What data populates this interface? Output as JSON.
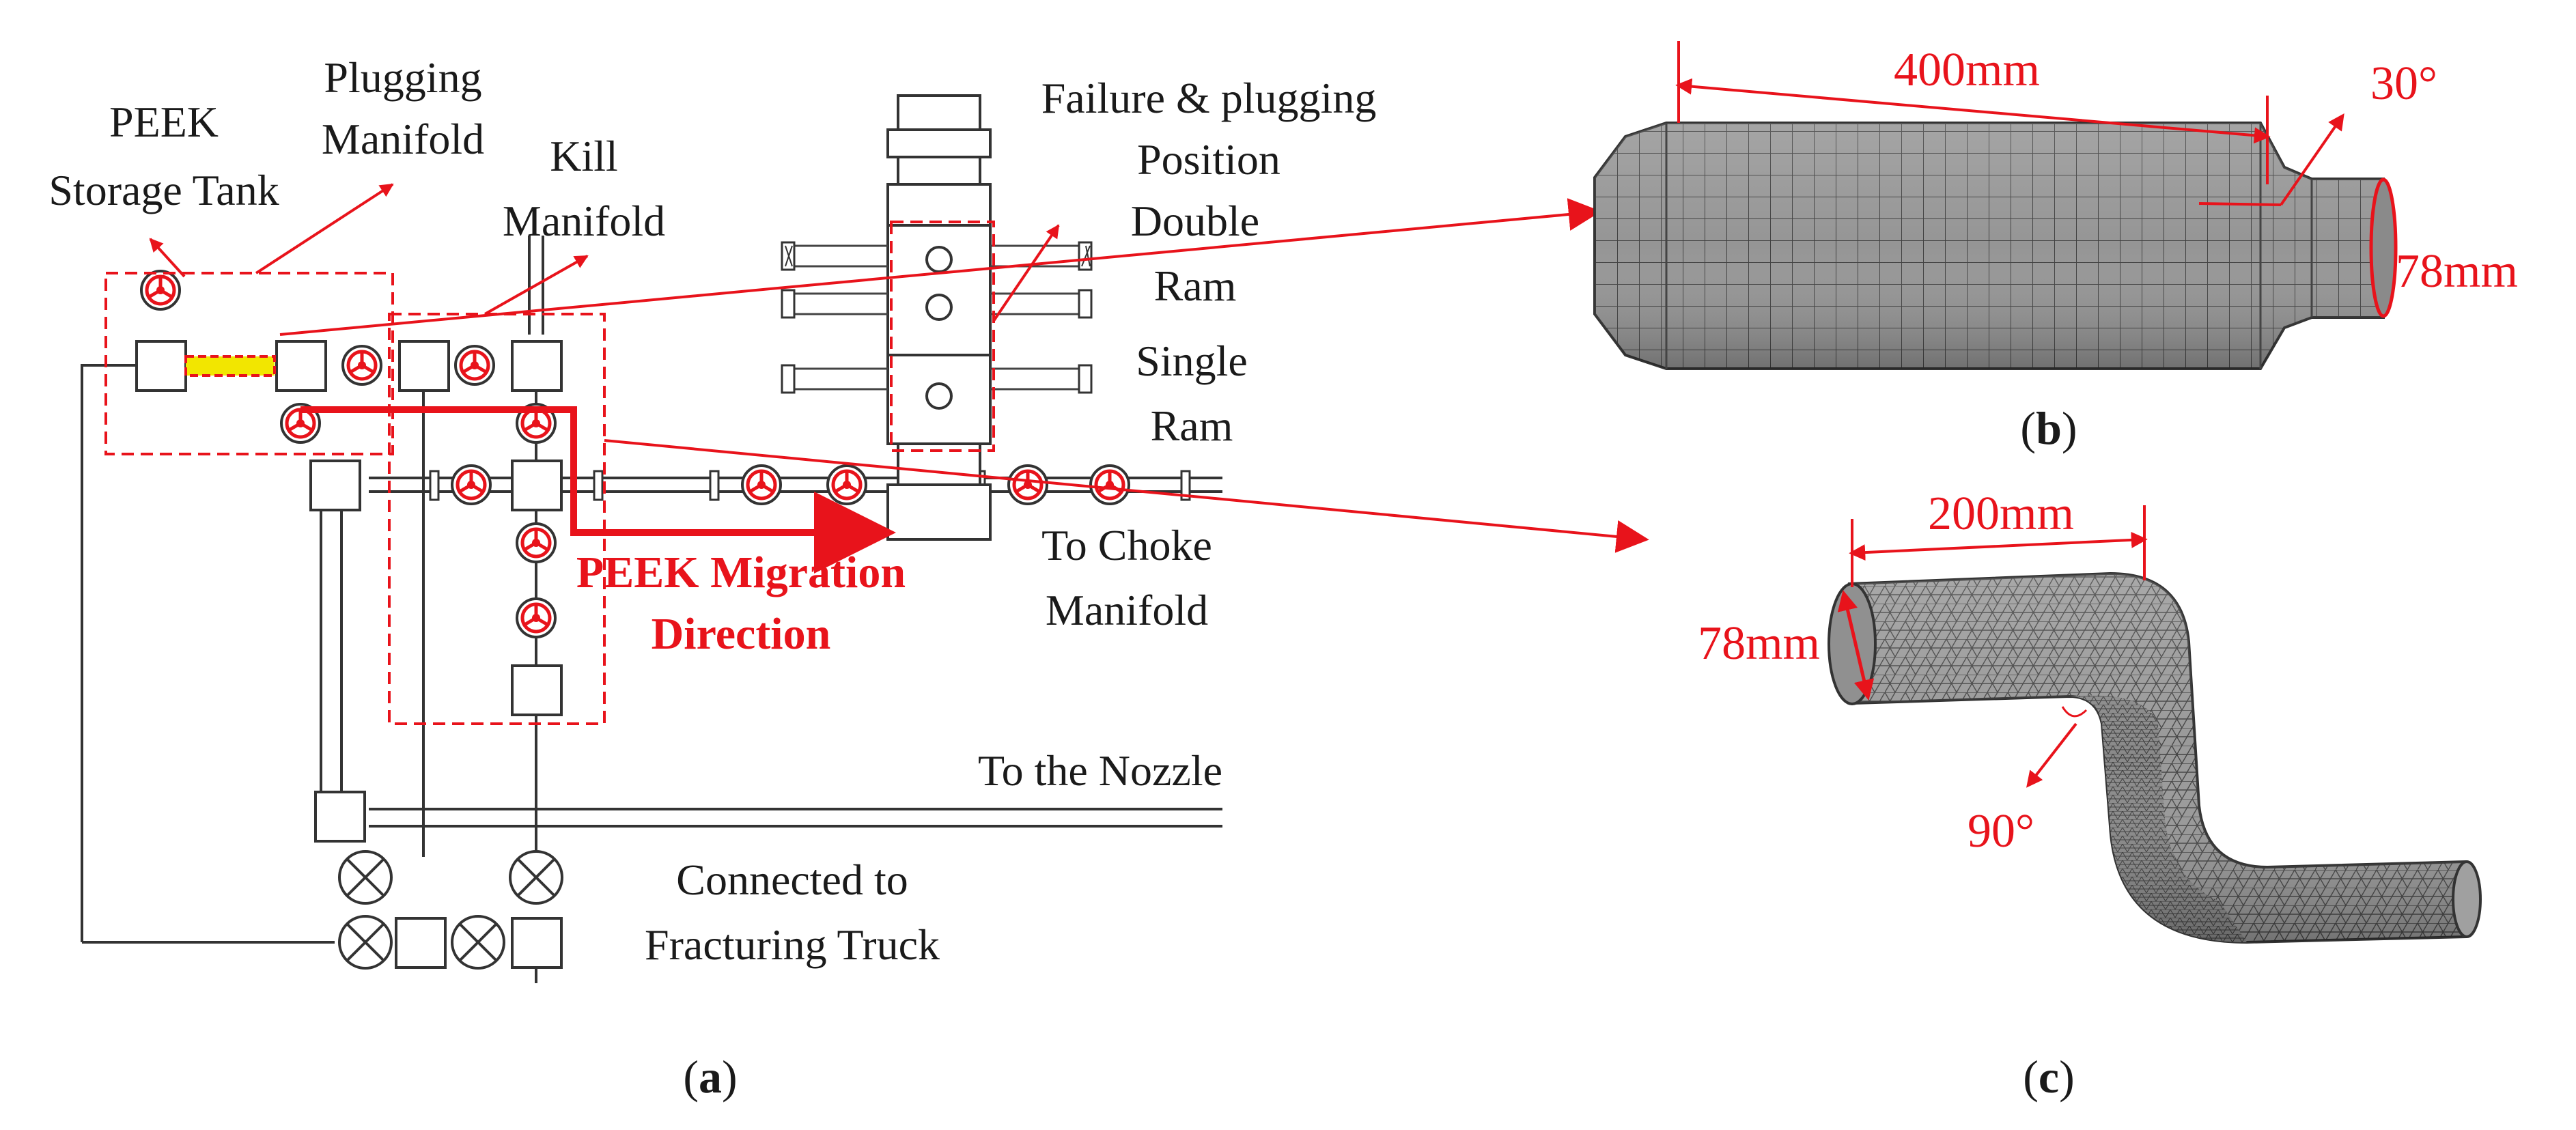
{
  "panel_a": {
    "caption_letter": "a",
    "labels": {
      "peek_tank_1": "PEEK",
      "peek_tank_2": "Storage Tank",
      "plugging_1": "Plugging",
      "plugging_2": "Manifold",
      "kill_1": "Kill",
      "kill_2": "Manifold",
      "failure_1": "Failure & plugging",
      "failure_2": "Position",
      "double_1": "Double",
      "double_2": "Ram",
      "single_1": "Single",
      "single_2": "Ram",
      "choke_1": "To Choke",
      "choke_2": "Manifold",
      "migration_1": "PEEK Migration",
      "migration_2": "Direction",
      "nozzle": "To the Nozzle",
      "truck_1": "Connected to",
      "truck_2": "Fracturing Truck"
    }
  },
  "panel_b": {
    "caption_letter": "b",
    "length": "400mm",
    "diameter": "78mm",
    "angle": "30°"
  },
  "panel_c": {
    "caption_letter": "c",
    "length": "200mm",
    "diameter": "78mm",
    "angle": "90°"
  },
  "colors": {
    "accent_red": "#e8131b",
    "mesh_gray": "#8e8e8e",
    "plug_yellow": "#f2e600"
  }
}
